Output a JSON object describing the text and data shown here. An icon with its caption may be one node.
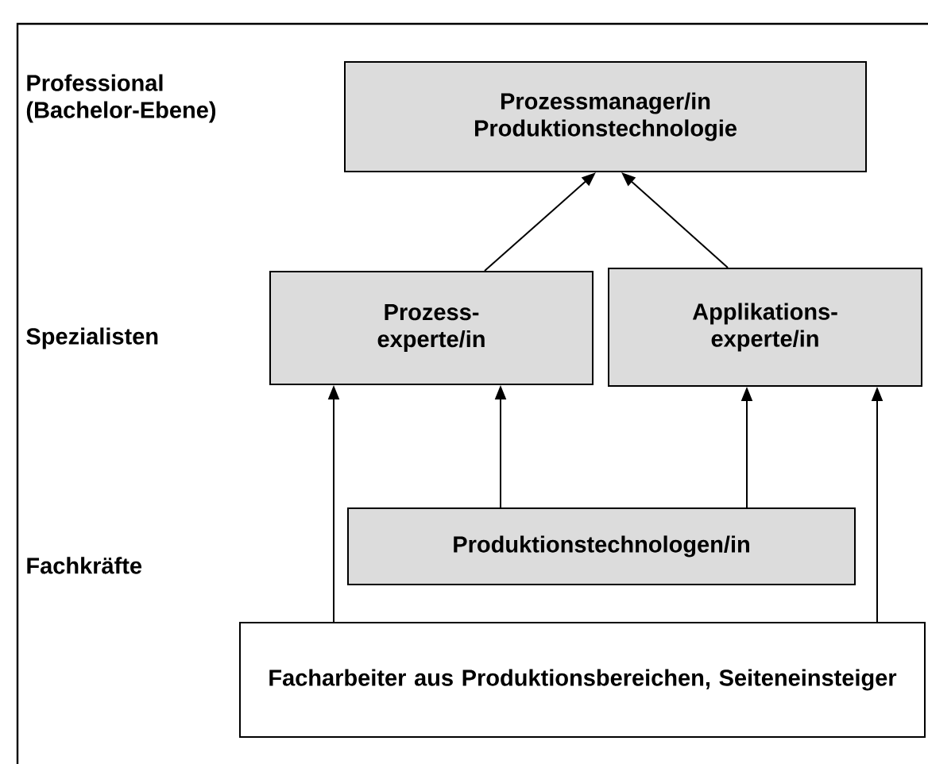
{
  "diagram": {
    "nodes": [
      {
        "text": [
          "Prozessmanager/in Produktionstechnologie"
        ]
      },
      {
        "text": [
          "Prozess- experte/in"
        ]
      },
      {
        "text": [
          "Applikations- experte/in"
        ]
      },
      {
        "text": [
          "Produktionstechnologen/in"
        ]
      },
      {
        "text": [
          "Facharbeiter aus Produktionsbereichen, Seiteneinsteiger"
        ]
      }
    ],
    "edges": [
      {
        "from": 1,
        "to": 0,
        "arrow": "to"
      },
      {
        "from": 2,
        "to": 0,
        "arrow": "to"
      },
      {
        "from": 4,
        "to": 1,
        "arrow": "to"
      },
      {
        "from": 3,
        "to": 1,
        "arrow": "to"
      },
      {
        "from": 3,
        "to": 2,
        "arrow": "to"
      },
      {
        "from": 4,
        "to": 2,
        "arrow": "to"
      }
    ],
    "labels": [
      "Professional (Bachelor-Ebene)",
      "Spezialisten",
      "Fachkräfte"
    ]
  }
}
